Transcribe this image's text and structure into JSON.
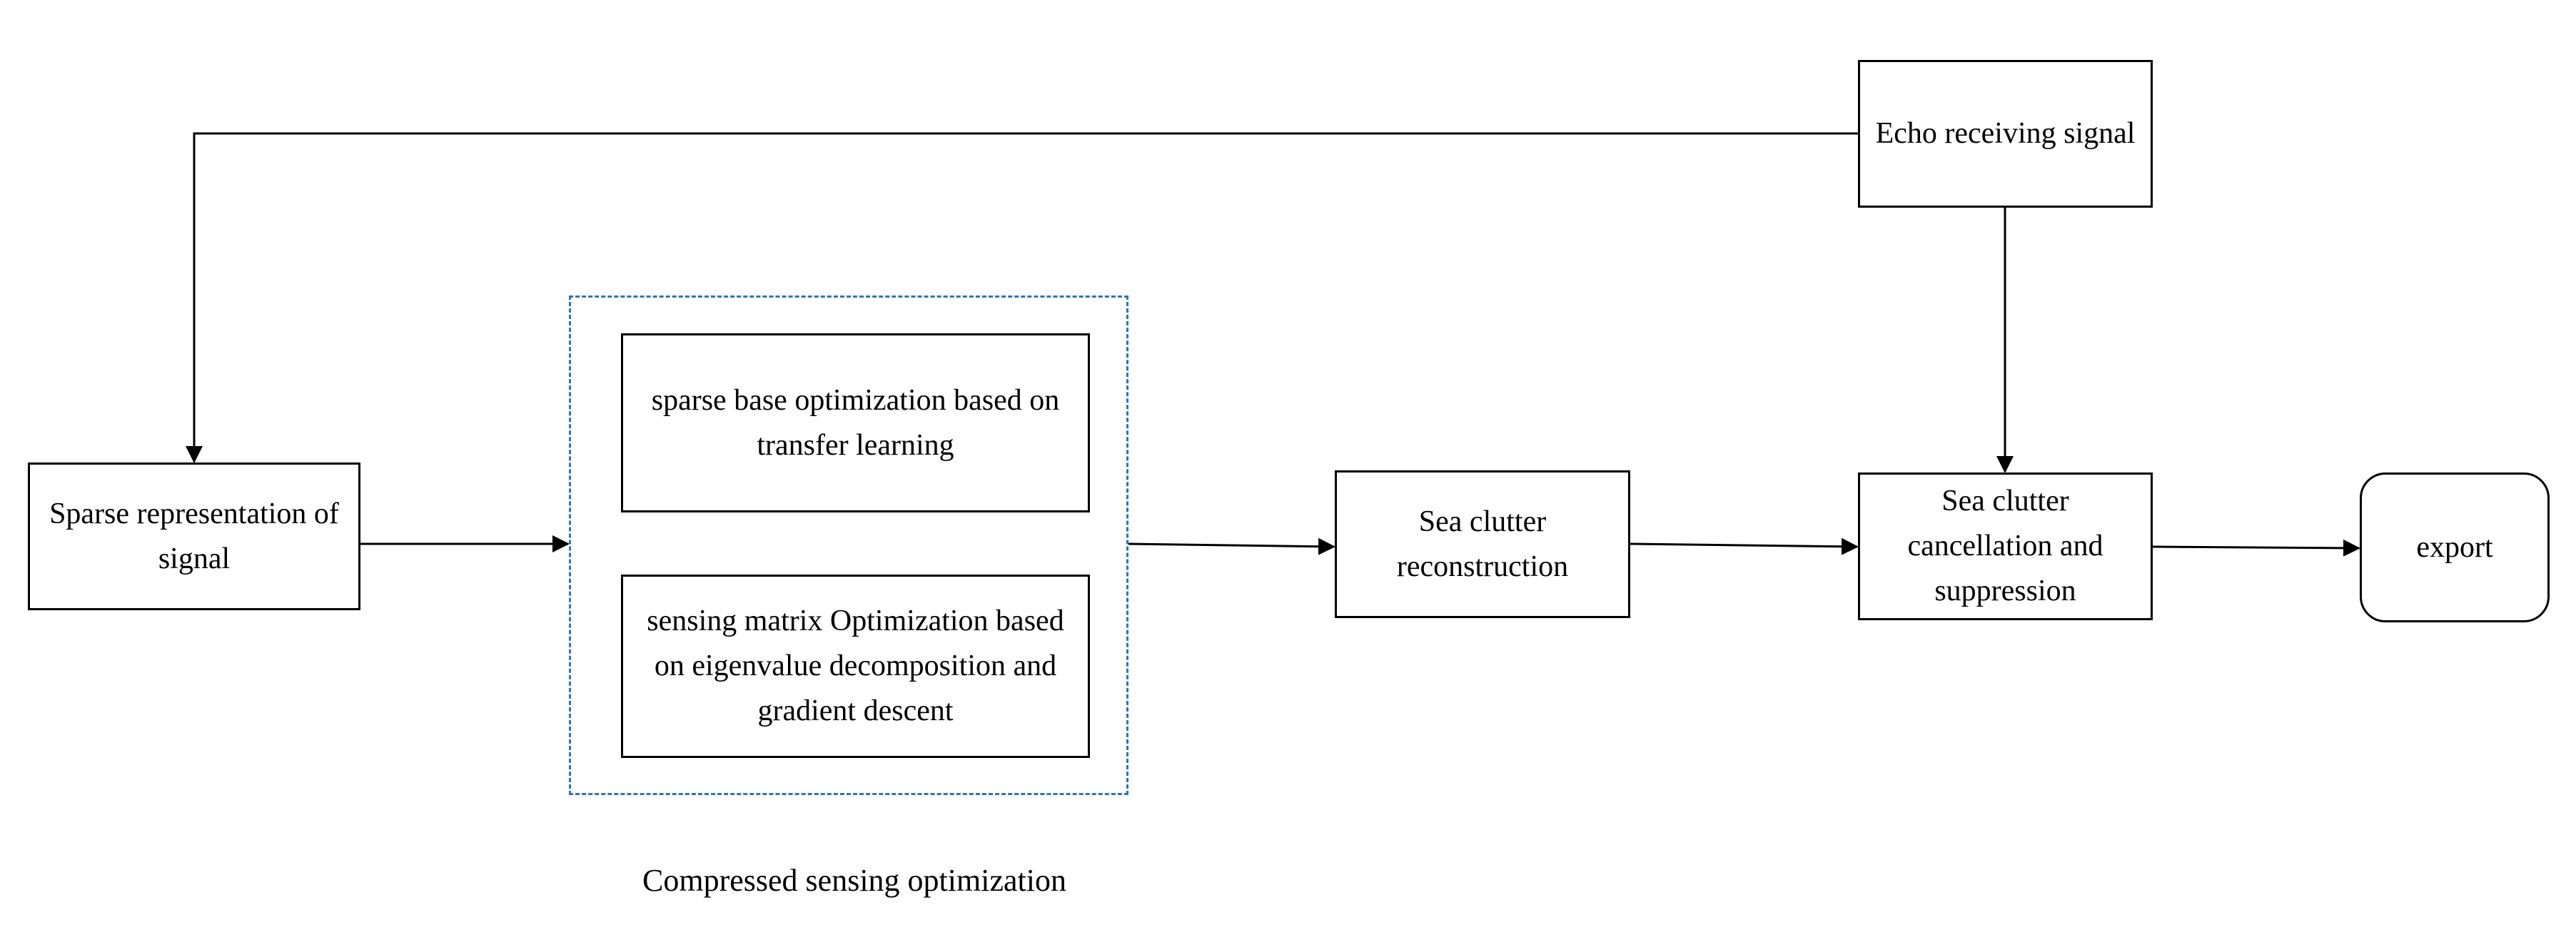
{
  "diagram": {
    "nodes": {
      "echo": "Echo receiving signal",
      "sparse_representation": "Sparse representation of signal",
      "sparse_base": "sparse base optimization based on transfer learning",
      "sensing_matrix": "sensing matrix Optimization based on eigenvalue decomposition and gradient descent",
      "reconstruction": "Sea clutter reconstruction",
      "cancellation": "Sea clutter cancellation and suppression",
      "export": "export"
    },
    "group": {
      "label": "Compressed sensing optimization",
      "border_color": "#2e75b6"
    },
    "edges": [
      {
        "from": "echo",
        "to": "sparse_representation"
      },
      {
        "from": "echo",
        "to": "cancellation"
      },
      {
        "from": "sparse_representation",
        "to": "compressed_sensing_group"
      },
      {
        "from": "compressed_sensing_group",
        "to": "reconstruction"
      },
      {
        "from": "reconstruction",
        "to": "cancellation"
      },
      {
        "from": "cancellation",
        "to": "export"
      }
    ]
  }
}
